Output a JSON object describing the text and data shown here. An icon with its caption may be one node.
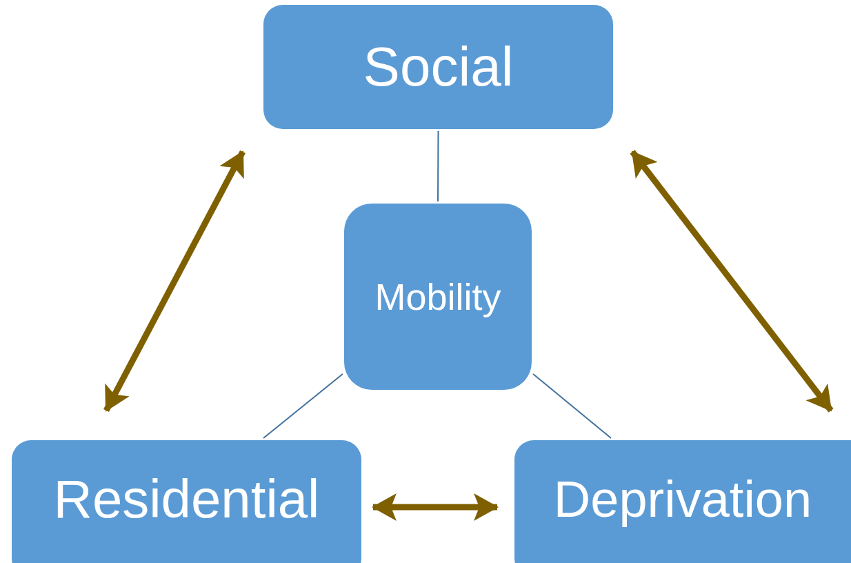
{
  "diagram": {
    "nodes": [
      {
        "text": [
          "Social"
        ]
      },
      {
        "text": [
          "Mobility"
        ]
      },
      {
        "text": [
          "Residential"
        ]
      },
      {
        "text": [
          "Deprivation"
        ]
      }
    ],
    "edges": [
      {
        "from": 0,
        "to": 1,
        "arrow": "none",
        "color": "#41719c"
      },
      {
        "from": 1,
        "to": 2,
        "arrow": "none",
        "color": "#41719c"
      },
      {
        "from": 1,
        "to": 3,
        "arrow": "none",
        "color": "#41719c"
      },
      {
        "from": 0,
        "to": 2,
        "arrow": "both",
        "style": "thick",
        "color": "#7f6000"
      },
      {
        "from": 0,
        "to": 3,
        "arrow": "both",
        "style": "thick",
        "color": "#7f6000"
      },
      {
        "from": 2,
        "to": 3,
        "arrow": "both",
        "style": "thick",
        "color": "#7f6000"
      }
    ]
  }
}
